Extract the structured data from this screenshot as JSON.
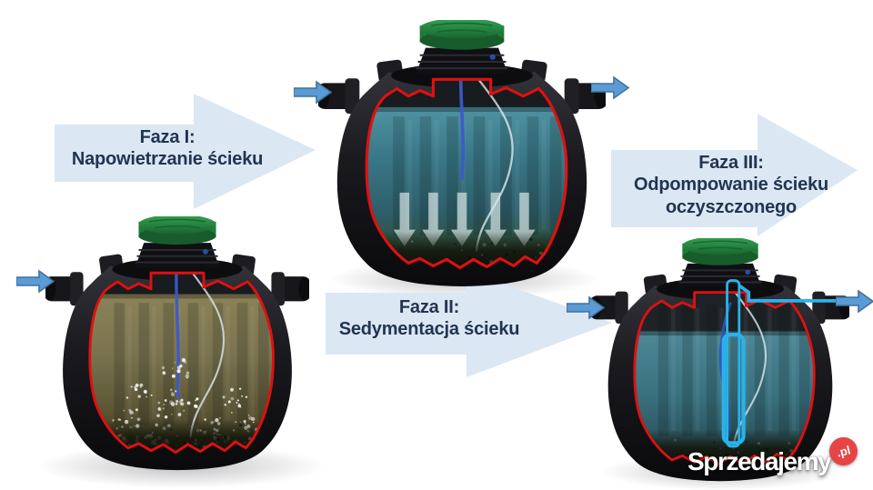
{
  "diagram": {
    "type": "process-diagram",
    "subject": "septic-tank-treatment-phases",
    "phases": [
      {
        "id": "faza-1",
        "line1": "Faza I:",
        "line2": "Napowietrzanie ścieku"
      },
      {
        "id": "faza-2",
        "line1": "Faza II:",
        "line2": "Sedymentacja ścieku"
      },
      {
        "id": "faza-3",
        "line1": "Faza III:",
        "line2": "Odpompowanie ścieku",
        "line3": "oczyszczonego"
      }
    ],
    "tanks": [
      {
        "id": "tank-phase-1",
        "content": "aeration of sewage, olive murky water with air bubbles"
      },
      {
        "id": "tank-phase-2",
        "content": "sedimentation, teal water with downward settling arrows"
      },
      {
        "id": "tank-phase-3",
        "content": "pumping out treated water through highlighted outlet pipe"
      }
    ],
    "icons": [
      "inflow-arrow-icon",
      "outflow-arrow-icon",
      "phase-arrow-icon",
      "settling-arrow-icon",
      "tank-lid-icon"
    ],
    "colors": {
      "phase_arrow_fill": "#dbe7f3",
      "phase_text": "#213550",
      "flow_arrow_fill": "#5b9bd5",
      "flow_arrow_stroke": "#41719c",
      "cutaway_outline_red": "#e01010",
      "lid_green": "#2e9247",
      "water_teal": "#3a7787",
      "water_aeration_olive": "#6f6845",
      "outlet_pipe_cyan": "#29b2ea",
      "watermark_badge_red": "#e64545"
    },
    "watermark": {
      "brand": "Sprzedajemy",
      "tld": ".pl"
    }
  }
}
